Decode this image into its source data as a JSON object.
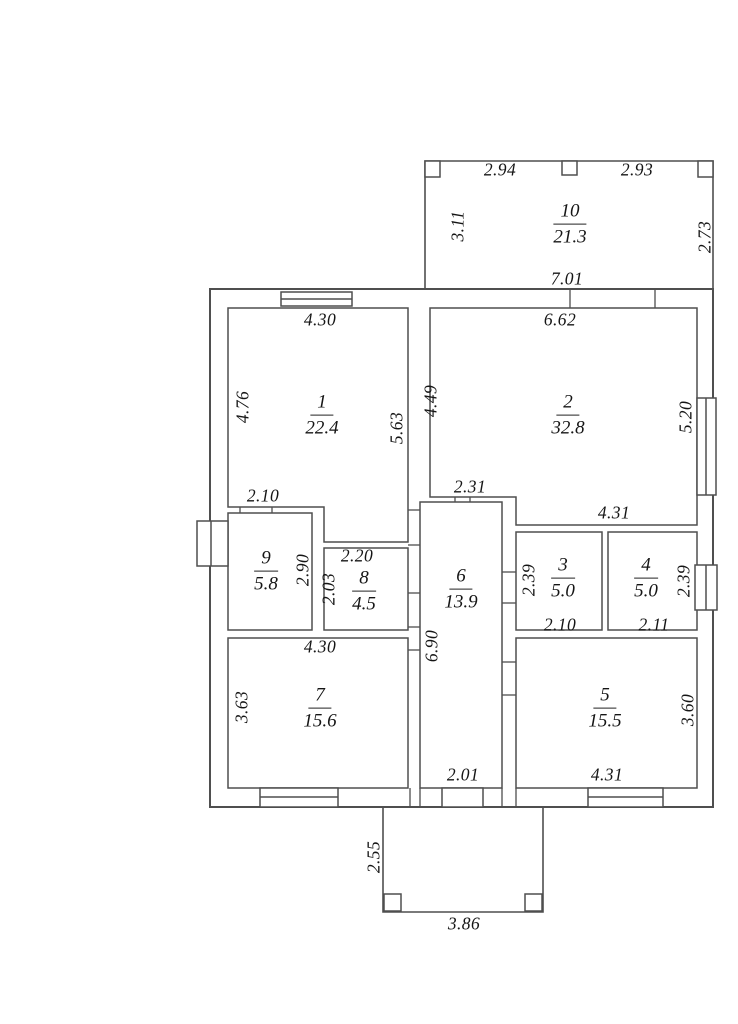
{
  "plan": {
    "type": "floor-plan",
    "line_color": "#4f4f4f",
    "text_color": "#151515",
    "rooms": [
      {
        "number": "1",
        "area": "22.4",
        "dim_top": "4.30",
        "dim_left": "4.76",
        "dim_right": "5.63"
      },
      {
        "number": "2",
        "area": "32.8",
        "dim_top": "6.62",
        "dim_left": "4.49",
        "dim_right": "5.20",
        "dim_bottom": "4.31"
      },
      {
        "number": "3",
        "area": "5.0",
        "dim_left": "2.39",
        "dim_bottom": "2.10"
      },
      {
        "number": "4",
        "area": "5.0",
        "dim_right": "2.39",
        "dim_bottom": "2.11"
      },
      {
        "number": "5",
        "area": "15.5",
        "dim_right": "3.60",
        "dim_bottom": "4.31"
      },
      {
        "number": "6",
        "area": "13.9",
        "dim_top": "2.31",
        "dim_left": "6.90",
        "dim_bottom": "2.01"
      },
      {
        "number": "7",
        "area": "15.6",
        "dim_top": "4.30",
        "dim_left": "3.63"
      },
      {
        "number": "8",
        "area": "4.5",
        "dim_top": "2.20",
        "dim_left": "2.03"
      },
      {
        "number": "9",
        "area": "5.8",
        "dim_top": "2.10",
        "dim_right": "2.90"
      },
      {
        "number": "10",
        "area": "21.3",
        "dim_top_left": "2.94",
        "dim_top_right": "2.93",
        "dim_left": "3.11",
        "dim_right": "2.73",
        "dim_bottom": "7.01"
      }
    ],
    "porch": {
      "dim_left": "2.55",
      "dim_bottom": "3.86"
    }
  }
}
